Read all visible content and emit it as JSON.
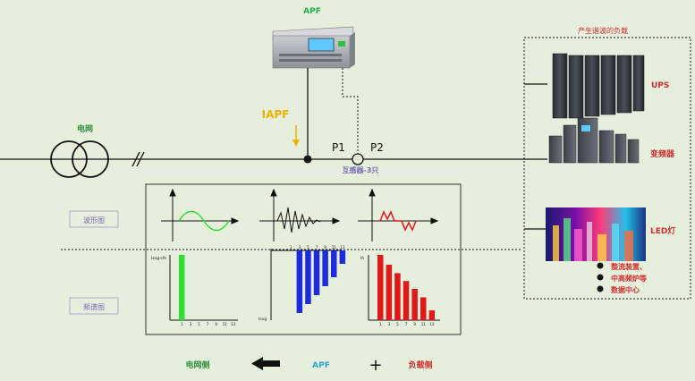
{
  "labels": {
    "apf_title": "APF",
    "grid": "电网",
    "iapf": "IAPF",
    "p1": "P1",
    "p2": "P2",
    "ct": "互感器-3只",
    "loads_title": "产生谐波的负载",
    "ups": "UPS",
    "vfd": "变频器",
    "led": "LED灯",
    "bullets": [
      "整流装置、",
      "中高频炉等",
      "数据中心"
    ],
    "waveform": "波形图",
    "spectrum": "频谱图",
    "bottom_grid": "电网侧",
    "bottom_apf": "APF",
    "bottom_load": "负载侧",
    "plus": "+",
    "y_label_left": "Isvg+Ih",
    "y_label_mid": "Isvg",
    "y_label_right": "Ih"
  },
  "spectrum_ticks": [
    "1",
    "3",
    "5",
    "7",
    "9",
    "11",
    "13"
  ],
  "spectra": {
    "grid": [
      1.0,
      0,
      0,
      0,
      0,
      0,
      0
    ],
    "apf": [
      0,
      -0.7,
      -0.6,
      -0.5,
      -0.4,
      -0.3,
      -0.15
    ],
    "load": [
      1.0,
      0.85,
      0.72,
      0.6,
      0.48,
      0.35,
      0.15
    ]
  },
  "colors": {
    "bg": "#e6efdc",
    "grid_title": "#2f8f3a",
    "apf_title": "#22b14c",
    "iapf": "#e8b400",
    "load_red": "#d32f2f",
    "green_bar": "#33dd33",
    "blue_bar": "#1d2bdd",
    "red_bar": "#e01818",
    "label_purple": "#7a68b8",
    "apf_blue": "#2aa3d8"
  }
}
